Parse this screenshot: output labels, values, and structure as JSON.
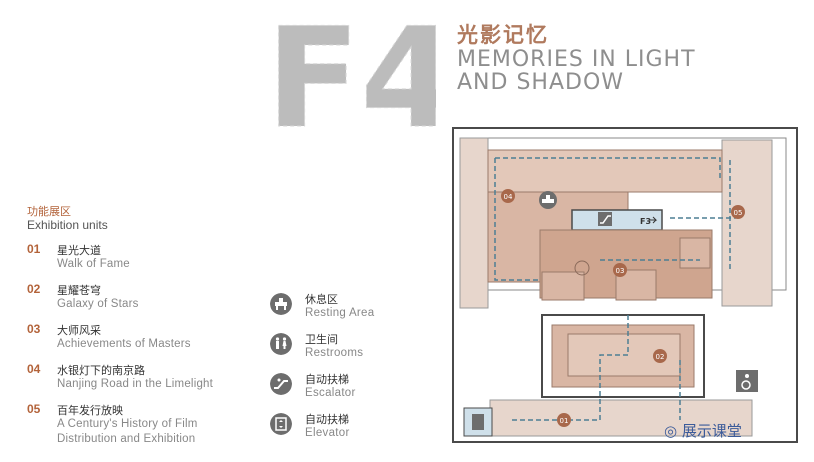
{
  "floor": {
    "label": "F4"
  },
  "title": {
    "cn": "光影记忆",
    "en_line1": "MEMORIES IN LIGHT",
    "en_line2": "AND SHADOW"
  },
  "units": {
    "heading_cn": "功能展区",
    "heading_en": "Exhibition units",
    "items": [
      {
        "num": "01",
        "cn": "星光大道",
        "en": "Walk of Fame"
      },
      {
        "num": "02",
        "cn": "星耀苍穹",
        "en": "Galaxy of Stars"
      },
      {
        "num": "03",
        "cn": "大师风采",
        "en": "Achievements of Masters"
      },
      {
        "num": "04",
        "cn": "水银灯下的南京路",
        "en": "Nanjing Road in the Limelight"
      },
      {
        "num": "05",
        "cn": "百年发行放映",
        "en": "A Century's History of Film",
        "en2": "Distribution and Exhibition"
      }
    ]
  },
  "facilities": [
    {
      "cn": "休息区",
      "en": "Resting Area",
      "icon": "resting-area-icon"
    },
    {
      "cn": "卫生间",
      "en": "Restrooms",
      "icon": "restroom-icon"
    },
    {
      "cn": "自动扶梯",
      "en": "Escalator",
      "icon": "escalator-icon"
    },
    {
      "cn": "自动扶梯",
      "en": "Elevator",
      "icon": "elevator-icon"
    }
  ],
  "map": {
    "zone_labels": [
      "04",
      "05",
      "03",
      "02",
      "01"
    ],
    "escalator_label": "F3",
    "icons": [
      "resting-area-icon",
      "escalator-icon",
      "accessible-icon",
      "elevator-icon"
    ]
  },
  "colors": {
    "accent": "#b3633a",
    "zone_fill": "#d9b6a4",
    "marker": "#a8684b",
    "path": "#4d7f94"
  },
  "watermark": {
    "text": "展示课堂"
  }
}
